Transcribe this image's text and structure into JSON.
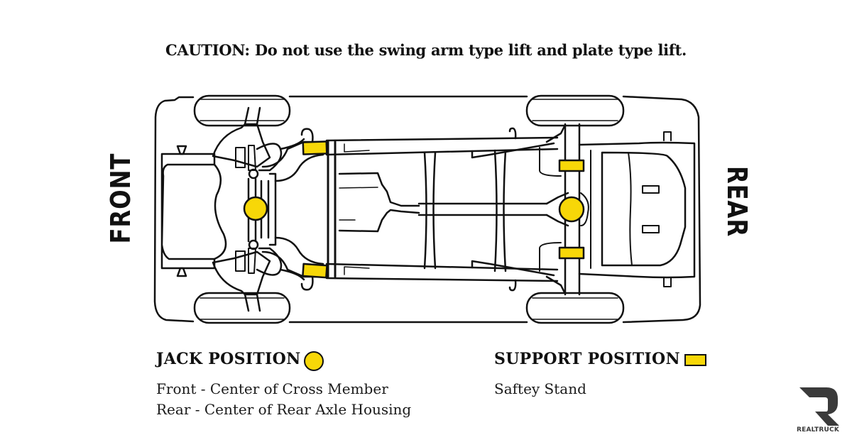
{
  "caution": "CAUTION: Do not use the swing arm type lift and plate type lift.",
  "labels": {
    "front": "FRONT",
    "rear": "REAR"
  },
  "legend": {
    "jack": {
      "title": "JACK POSITION",
      "lines": [
        "Front - Center of Cross Member",
        "Rear - Center of Rear Axle Housing"
      ],
      "marker": "circle"
    },
    "support": {
      "title": "SUPPORT POSITION",
      "lines": [
        "Saftey Stand"
      ],
      "marker": "rectangle"
    }
  },
  "diagram": {
    "subject": "truck underside (bottom view)",
    "jack_points": [
      "front-cross-member-center",
      "rear-axle-housing-center"
    ],
    "support_points": [
      "front-left-frame",
      "front-right-frame",
      "rear-left-axle",
      "rear-right-axle"
    ]
  },
  "colors": {
    "marker_fill": "#f7d708",
    "outline": "#111111",
    "logo": "#3a3a3a"
  },
  "brand": {
    "name": "REALTRUCK"
  }
}
